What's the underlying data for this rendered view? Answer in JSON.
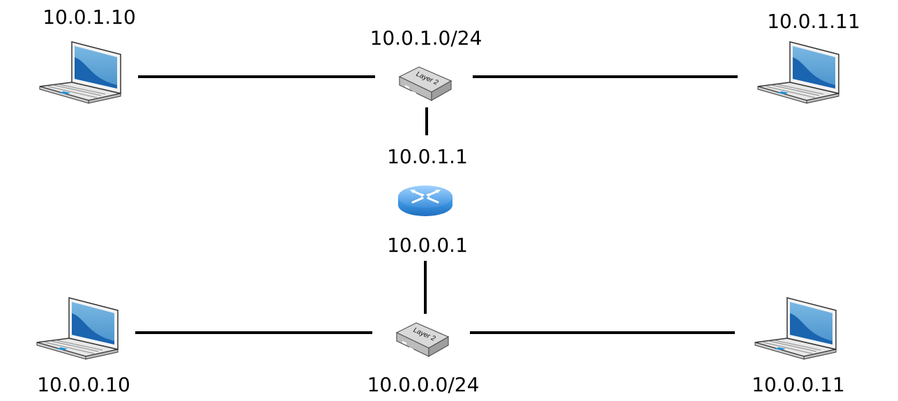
{
  "labels": {
    "host_top_left": "10.0.1.10",
    "host_top_right": "10.0.1.11",
    "subnet_top": "10.0.1.0/24",
    "router_top_if": "10.0.1.1",
    "router_bottom_if": "10.0.0.1",
    "host_bottom_left": "10.0.0.10",
    "host_bottom_right": "10.0.0.11",
    "subnet_bottom": "10.0.0.0/24"
  },
  "switch_text": "Layer 2",
  "icons": {
    "host": "laptop-icon",
    "switch": "layer2-switch-icon",
    "router": "router-icon"
  },
  "colors": {
    "line": "#000000",
    "screen": "#5fa3d6",
    "screen_dark": "#1a64b0",
    "router": "#3d9be9"
  }
}
